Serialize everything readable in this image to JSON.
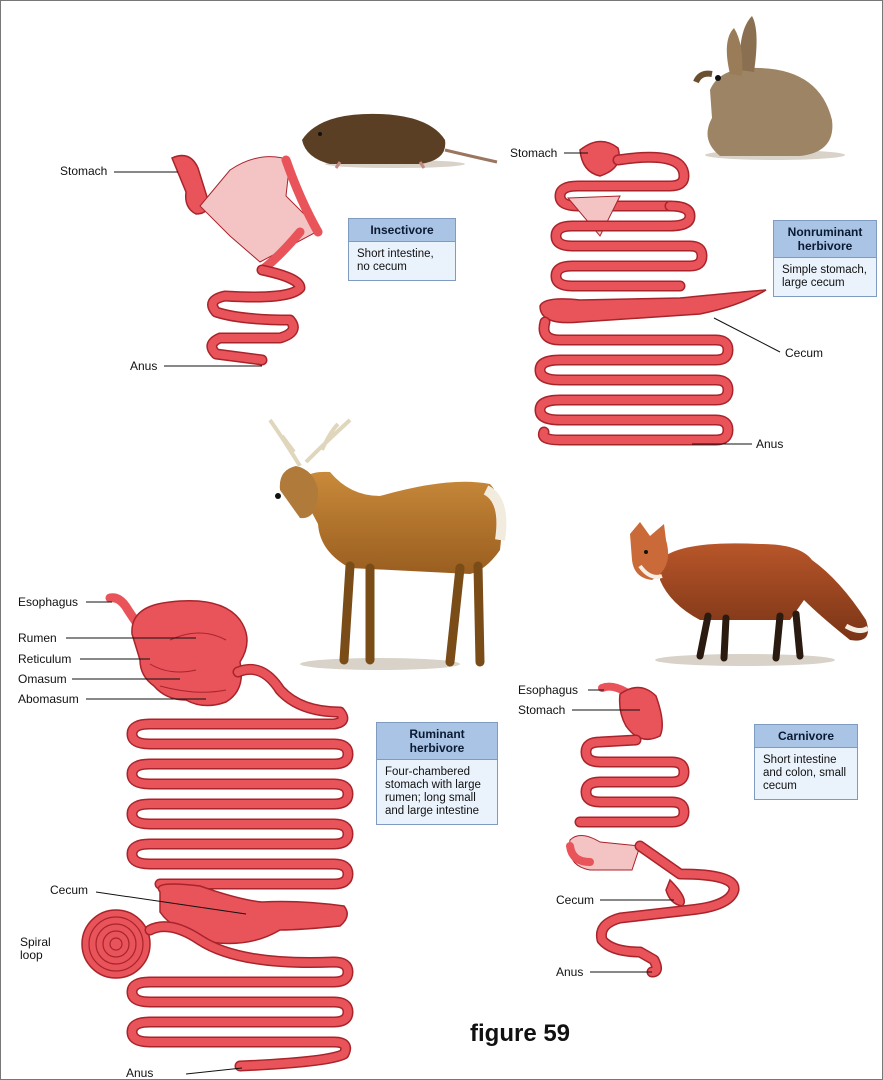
{
  "figure_label": "figure 59",
  "colors": {
    "gut_fill": "#e9535a",
    "gut_stroke": "#a8242b",
    "box_header": "#a9c4e4",
    "box_body": "#eaf2fb"
  },
  "insectivore": {
    "title": "Insectivore",
    "description": "Short intestine, no cecum",
    "labels": {
      "stomach": "Stomach",
      "anus": "Anus"
    }
  },
  "nonruminant": {
    "title": "Nonruminant herbivore",
    "description": "Simple stomach, large cecum",
    "labels": {
      "stomach": "Stomach",
      "cecum": "Cecum",
      "anus": "Anus"
    }
  },
  "ruminant": {
    "title": "Ruminant herbivore",
    "description": "Four-chambered stomach with large rumen; long small and large intestine",
    "labels": {
      "esophagus": "Esophagus",
      "rumen": "Rumen",
      "reticulum": "Reticulum",
      "omasum": "Omasum",
      "abomasum": "Abomasum",
      "cecum": "Cecum",
      "spiral_loop": "Spiral loop",
      "anus": "Anus"
    }
  },
  "carnivore": {
    "title": "Carnivore",
    "description": "Short intestine and colon, small cecum",
    "labels": {
      "esophagus": "Esophagus",
      "stomach": "Stomach",
      "cecum": "Cecum",
      "anus": "Anus"
    }
  }
}
